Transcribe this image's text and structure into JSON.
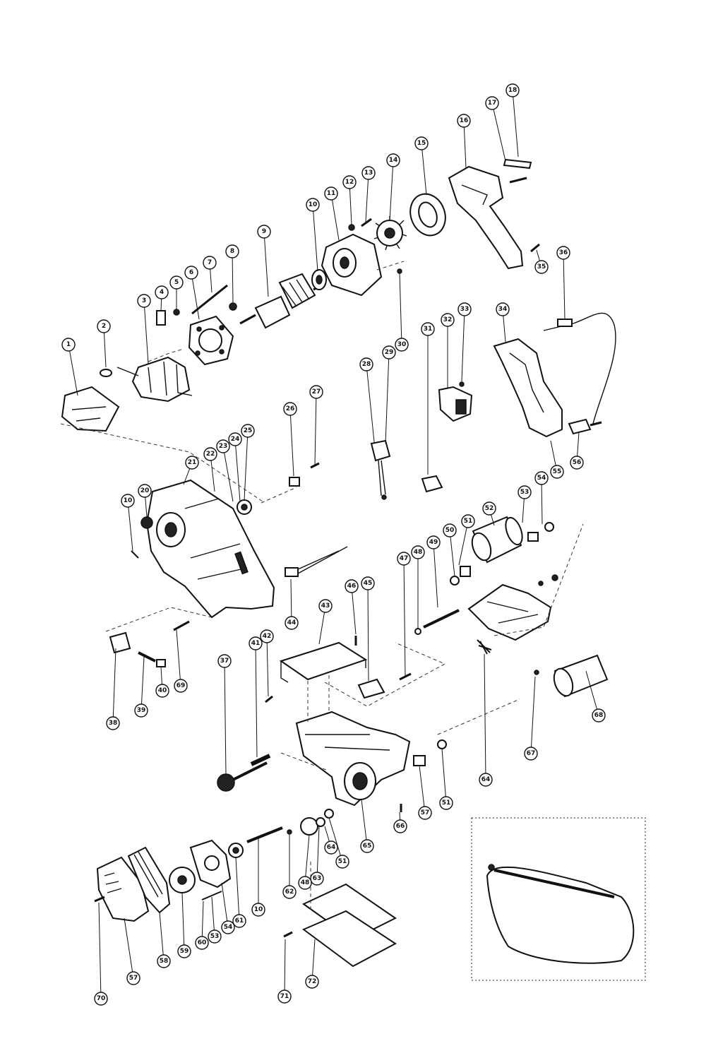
{
  "callouts": [
    "1",
    "2",
    "3",
    "4",
    "5",
    "6",
    "7",
    "8",
    "9",
    "10",
    "11",
    "12",
    "13",
    "14",
    "15",
    "16",
    "17",
    "18",
    "35",
    "36",
    "34",
    "33",
    "32",
    "31",
    "30",
    "29",
    "28",
    "27",
    "26",
    "25",
    "24",
    "23",
    "22",
    "21",
    "20",
    "10",
    "44",
    "56",
    "55",
    "54",
    "53",
    "52",
    "51",
    "50",
    "49",
    "48",
    "47",
    "46",
    "45",
    "43",
    "42",
    "41",
    "37",
    "38",
    "39",
    "40",
    "69",
    "68",
    "67",
    "64",
    "51",
    "57",
    "66",
    "65",
    "51",
    "64",
    "63",
    "48",
    "62",
    "10",
    "61",
    "54",
    "53",
    "60",
    "59",
    "58",
    "57",
    "70",
    "71",
    "72"
  ]
}
